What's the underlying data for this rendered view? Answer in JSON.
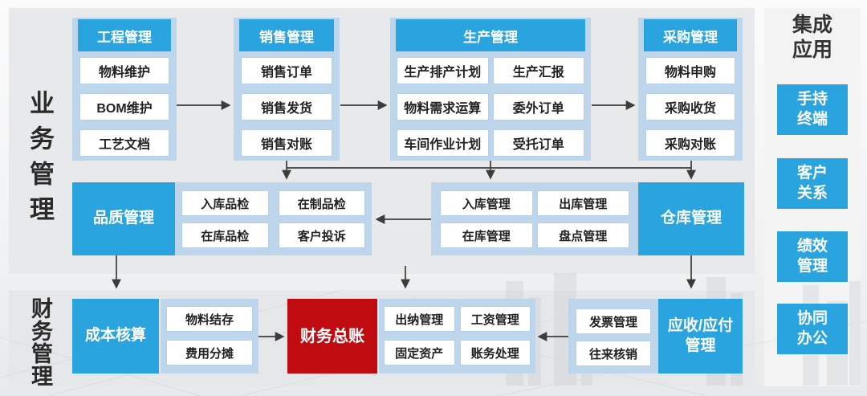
{
  "side_labels": {
    "business": "业务管理",
    "finance": "财务管理"
  },
  "columns": [
    {
      "header": "工程管理",
      "items": [
        "物料维护",
        "BOM维护",
        "工艺文档"
      ]
    },
    {
      "header": "销售管理",
      "items": [
        "销售订单",
        "销售发货",
        "销售对账"
      ]
    },
    {
      "header": "生产管理",
      "items": [
        "生产排产计划",
        "生产汇报",
        "物料需求运算",
        "委外订单",
        "车间作业计划",
        "受托订单"
      ]
    },
    {
      "header": "采购管理",
      "items": [
        "物料申购",
        "采购收货",
        "采购对账"
      ]
    }
  ],
  "quality": {
    "title": "品质管理",
    "items": [
      "入库品检",
      "在制品检",
      "在库品检",
      "客户投诉"
    ]
  },
  "warehouse": {
    "title": "仓库管理",
    "items": [
      "入库管理",
      "出库管理",
      "在库管理",
      "盘点管理"
    ]
  },
  "cost": {
    "title": "成本核算",
    "items": [
      "物料结存",
      "费用分摊"
    ]
  },
  "general_ledger": {
    "title": "财务总账"
  },
  "cashier": {
    "items": [
      "出纳管理",
      "工资管理",
      "固定资产",
      "账务处理"
    ]
  },
  "receivable": {
    "title": "应收/应付\n管理",
    "items": [
      "发票管理",
      "往来核销"
    ]
  },
  "integration": {
    "title": "集成\n应用",
    "items": [
      "手持\n终端",
      "客户\n关系",
      "绩效\n管理",
      "协同\n办公"
    ]
  },
  "colors": {
    "accent_blue": "#2aa4de",
    "container_light_blue": "#bdd6ec",
    "ledger_red": "#c00b10",
    "panel_gray": "#e8e9ea",
    "arrow": "#3c3c3c"
  }
}
